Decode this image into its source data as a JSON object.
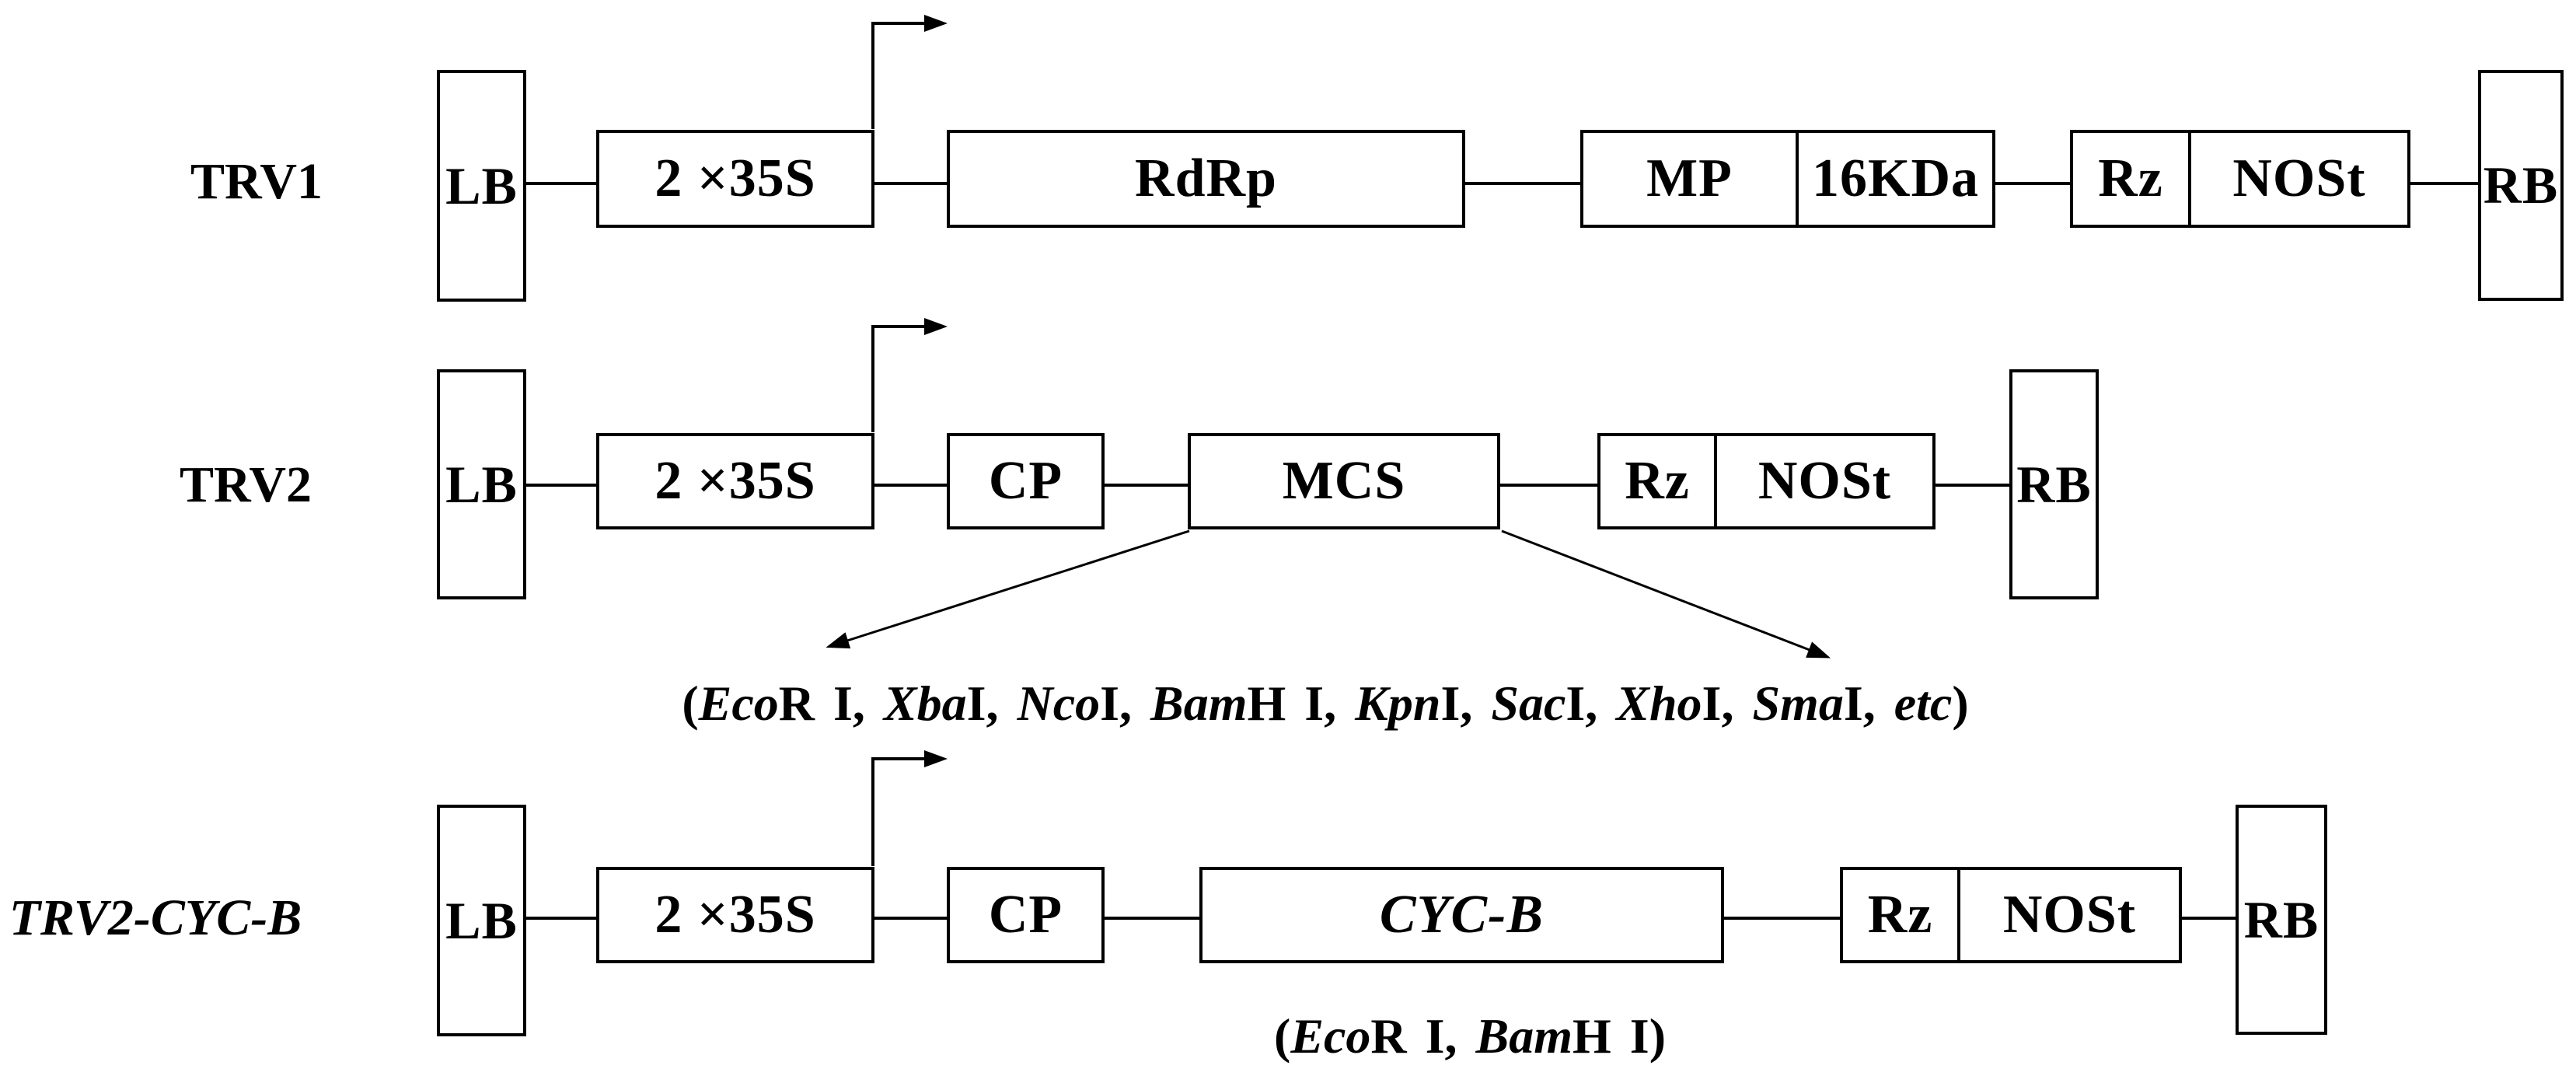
{
  "figure": {
    "background_color": "#ffffff",
    "line_color": "#000000",
    "text_color": "#000000",
    "rows": [
      {
        "name": "TRV1",
        "boxes": [
          {
            "label": "LB"
          },
          {
            "label": "2 ×35S"
          },
          {
            "label": "RdRp"
          },
          {
            "label": "MP"
          },
          {
            "label": "16KDa"
          },
          {
            "label": "Rz"
          },
          {
            "label": "NOSt"
          },
          {
            "label": "RB"
          }
        ]
      },
      {
        "name": "TRV2",
        "boxes": [
          {
            "label": "LB"
          },
          {
            "label": "2 ×35S"
          },
          {
            "label": "CP"
          },
          {
            "label": "MCS"
          },
          {
            "label": "Rz"
          },
          {
            "label": "NOSt"
          },
          {
            "label": "RB"
          }
        ]
      },
      {
        "name": "TRV2-CYC-B",
        "boxes": [
          {
            "label": "LB"
          },
          {
            "label": "2 ×35S"
          },
          {
            "label": "CP"
          },
          {
            "label": "CYC-B"
          },
          {
            "label": "Rz"
          },
          {
            "label": "NOSt"
          },
          {
            "label": "RB"
          }
        ]
      }
    ],
    "notes": {
      "mcs": {
        "full_text": "(EcoR I, XbaI, NcoI, BamH I, KpnI, SacI, XhoI, SmaI, etc)",
        "segments": [
          {
            "text": "(",
            "style": "roman"
          },
          {
            "text": "Eco",
            "style": "italic"
          },
          {
            "text": "R I, ",
            "style": "roman"
          },
          {
            "text": "Xba",
            "style": "italic"
          },
          {
            "text": "I, ",
            "style": "roman"
          },
          {
            "text": "Nco",
            "style": "italic"
          },
          {
            "text": "I, ",
            "style": "roman"
          },
          {
            "text": "Bam",
            "style": "italic"
          },
          {
            "text": "H I, ",
            "style": "roman"
          },
          {
            "text": "Kpn",
            "style": "italic"
          },
          {
            "text": "I, ",
            "style": "roman"
          },
          {
            "text": "Sac",
            "style": "italic"
          },
          {
            "text": "I, ",
            "style": "roman"
          },
          {
            "text": "Xho",
            "style": "italic"
          },
          {
            "text": "I, ",
            "style": "roman"
          },
          {
            "text": "Sma",
            "style": "italic"
          },
          {
            "text": "I, ",
            "style": "roman"
          },
          {
            "text": "etc",
            "style": "italic"
          },
          {
            "text": ")",
            "style": "roman"
          }
        ]
      },
      "cyc": {
        "full_text": "(EcoR I, BamH I)",
        "segments": [
          {
            "text": "(",
            "style": "roman"
          },
          {
            "text": "Eco",
            "style": "italic"
          },
          {
            "text": "R I, ",
            "style": "roman"
          },
          {
            "text": "Bam",
            "style": "italic"
          },
          {
            "text": "H I)",
            "style": "roman"
          }
        ]
      }
    }
  }
}
